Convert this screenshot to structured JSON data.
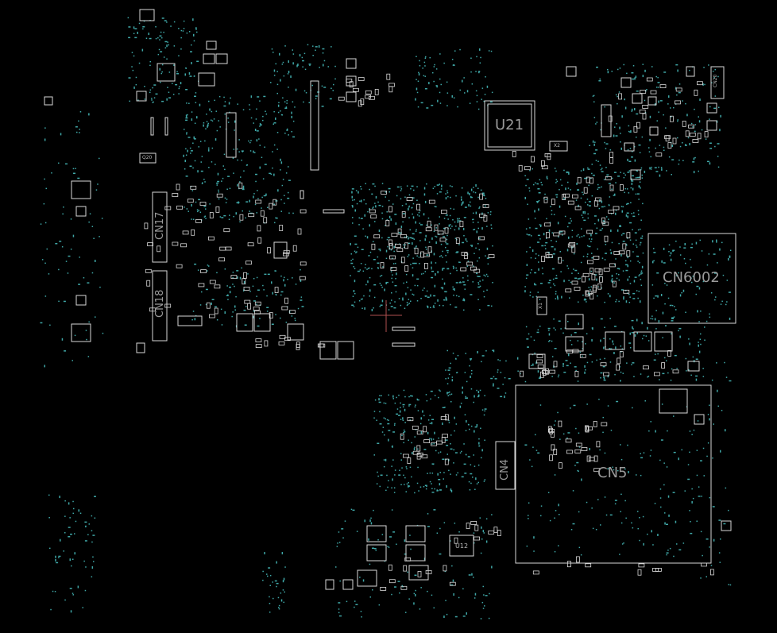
{
  "board": {
    "background_color": "#000000",
    "pad_color": "#3fa7a7",
    "outline_color": "#d8d8d8",
    "label_color": "#9a9a9a"
  },
  "components": {
    "u21": "U21",
    "cn6002": "CN6002",
    "cn5": "CN5",
    "cn4": "CN4",
    "cn17": "CN17",
    "cn18": "CN18",
    "cn20": "CN20",
    "x2": "X2",
    "x1": "X1",
    "u12": "U12",
    "q20": "Q20"
  }
}
